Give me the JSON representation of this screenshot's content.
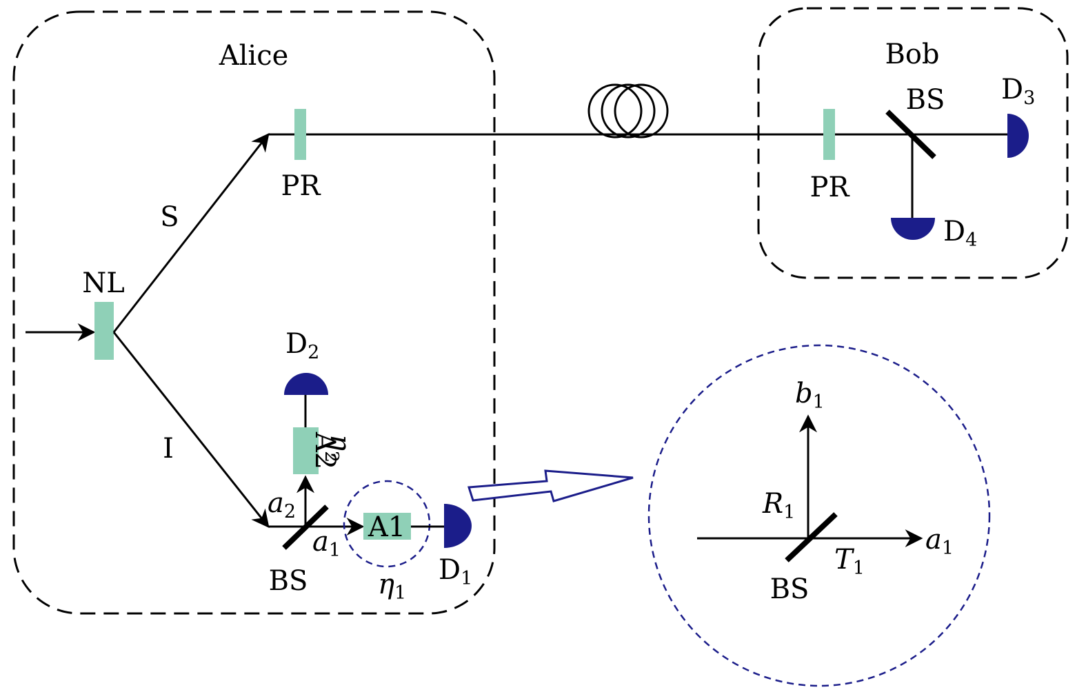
{
  "colors": {
    "element_fill": "#8fd0b7",
    "detector_fill": "#1b1d8a",
    "zoom_circle": "#1b1d8a",
    "line": "#000000"
  },
  "parties": {
    "alice": "Alice",
    "bob": "Bob"
  },
  "alice": {
    "nl_label": "NL",
    "s_label": "S",
    "i_label": "I",
    "pr_label": "PR",
    "bs_label": "BS",
    "a1_box": "A1",
    "a2_box": "A2",
    "d1": {
      "main": "D",
      "sub": "1"
    },
    "d2": {
      "main": "D",
      "sub": "2"
    },
    "eta1": {
      "main": "η",
      "sub": "1"
    },
    "eta2": {
      "main": "η",
      "sub": "2"
    },
    "mode_a1": {
      "main": "a",
      "sub": "1"
    },
    "mode_a2": {
      "main": "a",
      "sub": "2"
    }
  },
  "bob": {
    "pr_label": "PR",
    "bs_label": "BS",
    "d3": {
      "main": "D",
      "sub": "3"
    },
    "d4": {
      "main": "D",
      "sub": "4"
    }
  },
  "zoom": {
    "b1": {
      "main": "b",
      "sub": "1"
    },
    "a1": {
      "main": "a",
      "sub": "1"
    },
    "r1": {
      "main": "R",
      "sub": "1"
    },
    "t1": {
      "main": "T",
      "sub": "1"
    },
    "bs_label": "BS"
  },
  "icons": {
    "fiber": "fiber-coil-icon",
    "detector": "detector-icon",
    "beam_splitter": "beam-splitter-icon",
    "arrow": "hollow-arrow-icon"
  }
}
